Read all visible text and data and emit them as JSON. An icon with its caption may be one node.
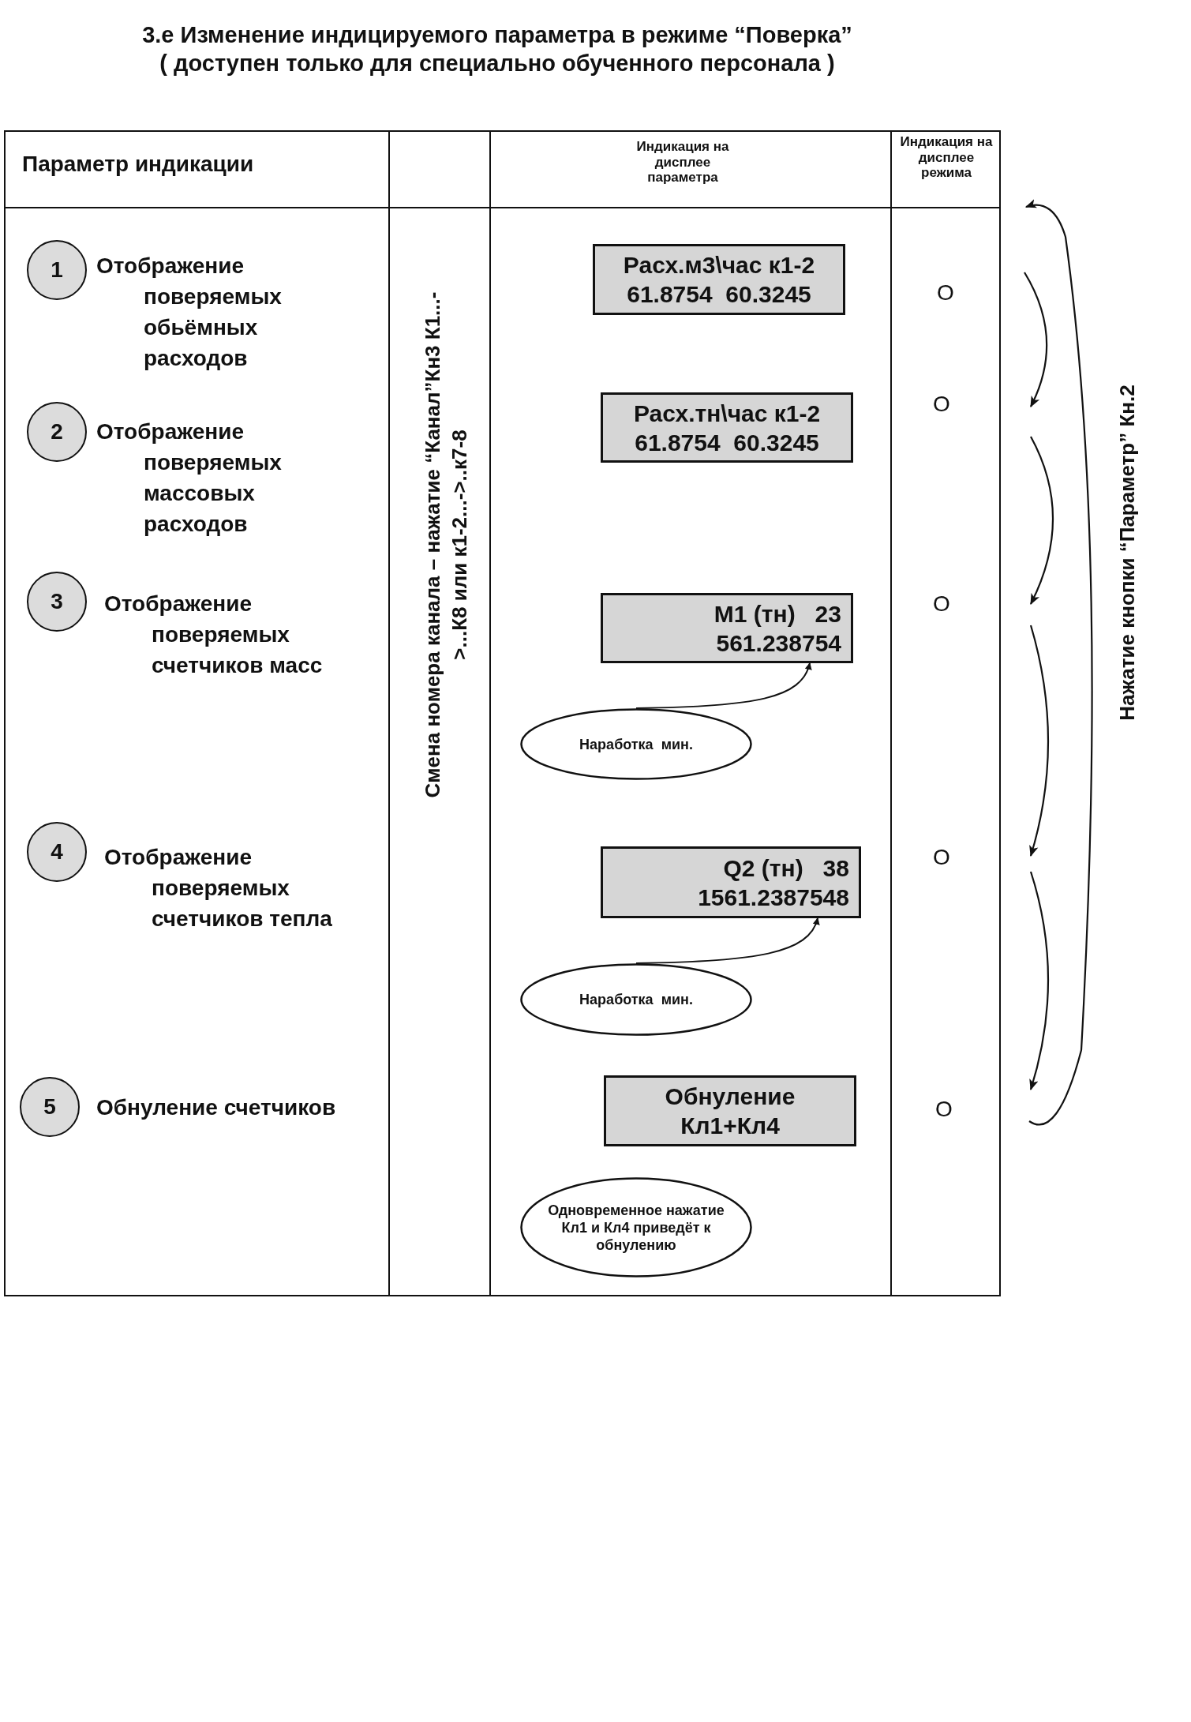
{
  "diagram": {
    "title": "3.е Изменение индицируемого параметра в режиме “Поверка”",
    "nodes": [
      {
        "text": [
          "1"
        ],
        "beside": [
          "Отображение поверяемых обьёмных расходов"
        ]
      },
      {
        "text": [
          "Расх.м3\\час к1-2",
          "61.8754  60.3245"
        ]
      },
      {
        "text": [
          "O"
        ]
      },
      {
        "text": [
          "2"
        ],
        "beside": [
          "Отображение поверяемых массовых расходов"
        ]
      },
      {
        "text": [
          "Расх.тн\\час к1-2",
          "61.8754  60.3245"
        ]
      },
      {
        "text": [
          "O"
        ]
      },
      {
        "text": [
          "3"
        ],
        "beside": [
          "Отображение поверяемых счетчиков масс"
        ]
      },
      {
        "text": [
          "M1 (тн)   23",
          "561.238754"
        ]
      },
      {
        "text": [
          "O"
        ]
      },
      {
        "text": [
          "Наработка  мин."
        ]
      },
      {
        "text": [
          "4"
        ],
        "beside": [
          "Отображение поверяемых счетчиков тепла"
        ]
      },
      {
        "text": [
          "Q2 (тн)   38",
          "1561.2387548"
        ]
      },
      {
        "text": [
          "O"
        ]
      },
      {
        "text": [
          "Наработка  мин."
        ]
      },
      {
        "text": [
          "5"
        ],
        "beside": [
          "Обнуление счетчиков"
        ]
      },
      {
        "text": [
          "Обнуление",
          "Кл1+Кл4"
        ]
      },
      {
        "text": [
          "O"
        ]
      },
      {
        "text": [
          "Одновременное нажатие Кл1 и Кл4 приведёт к обнулению"
        ]
      }
    ],
    "edges": [
      {
        "from": 9,
        "to": 7,
        "arrow": "to"
      },
      {
        "from": 13,
        "to": 11,
        "arrow": "to"
      }
    ],
    "labels": [
      "( доступен только для специально обученного персонала )",
      "Параметр индикации",
      "Индикация на дисплее параметра",
      "Индикация на дисплее режима",
      "Смена номера канала – нажатие “Канал”Кн3 К1...->...К8 или к1-2...->..к7-8",
      "Нажатие кнопки “Параметр” Кн.2"
    ]
  }
}
